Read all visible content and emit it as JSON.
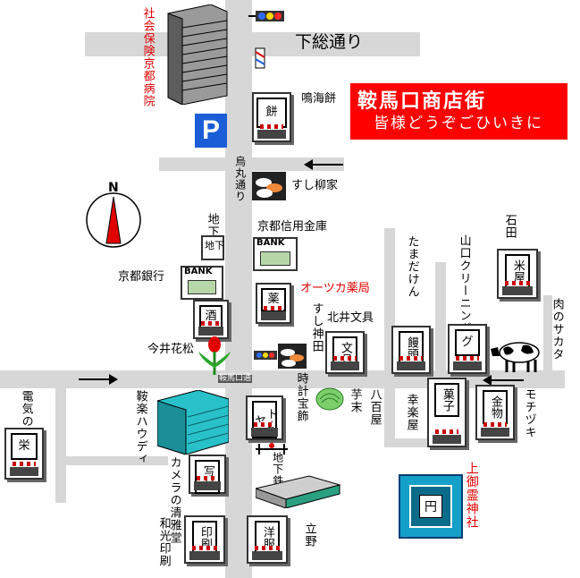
{
  "banner": {
    "title": "鞍馬口商店街",
    "subtitle": "皆様どうぞごひいきに"
  },
  "roads": {
    "shimousa": "下総通り",
    "karasuma": "烏丸通り",
    "kuramaguchi": "鞍馬口通"
  },
  "compass": {
    "north": "N"
  },
  "parking": "P",
  "places": {
    "hospital": "社会保険京都病院",
    "naruumi": "鳴海餅",
    "naruumi_sign": "餅",
    "sushi_yanagi": "すし柳家",
    "shinkin": "京都信用金庫",
    "bank_sign": "BANK",
    "kyoto_bank": "京都銀行",
    "subway_sign": "地下鉄",
    "subway_top": "地下",
    "sake_sign": "酒",
    "imai": "今井花松",
    "otsuka": "オーツカ薬局",
    "otsuka_sign": "薬",
    "sushi_kami": "すし神田",
    "kitai": "北井文具",
    "kitai_sign": "文具",
    "tamadaken": "たまだけん",
    "tamadaken_sign": "饅頭",
    "yamaguchi": "山口クリーニング",
    "yamaguchi_sign": "グ",
    "ishida": "石田",
    "ishida_sign": "米屋",
    "niku": "肉のサカタ",
    "jikeiho": "時計宝飾",
    "imosuke": "芋末",
    "yasaka": "八百屋",
    "kourakuya": "幸楽屋",
    "kourakuya_sign": "菓子",
    "modzuki": "モチヅキ",
    "modzuki_sign": "金物",
    "denki": "電気の栄",
    "denki_sign": "栄",
    "kuraku": "鞍楽ハウディ",
    "tokiya_sign": "トキヤ",
    "camera": "カメラの清雅堂",
    "camera_sign": "写真",
    "wako": "和光印刷",
    "wako_sign": "印刷",
    "tateno": "立野",
    "tateno_sign": "洋服",
    "shrine": "上御霊神社",
    "shrine_sign": "円"
  },
  "colors": {
    "red": "#ff0000",
    "road": "#d7d7d7",
    "pblue": "#1a5dd6",
    "shrine": "#14a0c8"
  }
}
